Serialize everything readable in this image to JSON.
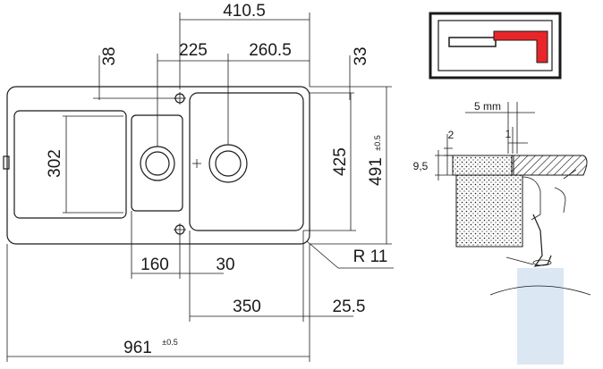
{
  "dimensions": {
    "d410": "410.5",
    "d38": "38",
    "d225": "225",
    "d260": "260.5",
    "d33": "33",
    "d302": "302",
    "d425": "425",
    "d491": "491",
    "d491_tol": "±0.5",
    "d160": "160",
    "d30": "30",
    "r11": "R 11",
    "d350": "350",
    "d25": "25.5",
    "d961": "961",
    "d961_tol": "±0.5"
  },
  "section": {
    "gap": "5 mm",
    "d2": "2",
    "d1": "1",
    "d95": "9,5"
  },
  "colors": {
    "line": "#1a1a1a",
    "accent": "#e8262a",
    "watermark": "#c9dced"
  }
}
